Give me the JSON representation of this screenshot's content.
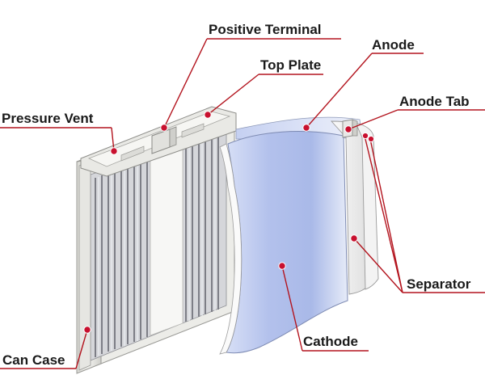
{
  "diagram": {
    "labels": {
      "positive_terminal": "Positive Terminal",
      "top_plate": "Top Plate",
      "pressure_vent": "Pressure Vent",
      "anode": "Anode",
      "anode_tab": "Anode Tab",
      "separator": "Separator",
      "cathode": "Cathode",
      "can_case": "Can Case"
    },
    "colors": {
      "leader_line": "#b3141e",
      "dot": "#c8102e",
      "label_text": "#1a1a1a",
      "cathode_sheet": "#b9c6ee",
      "case": "#e4e4e0"
    }
  }
}
